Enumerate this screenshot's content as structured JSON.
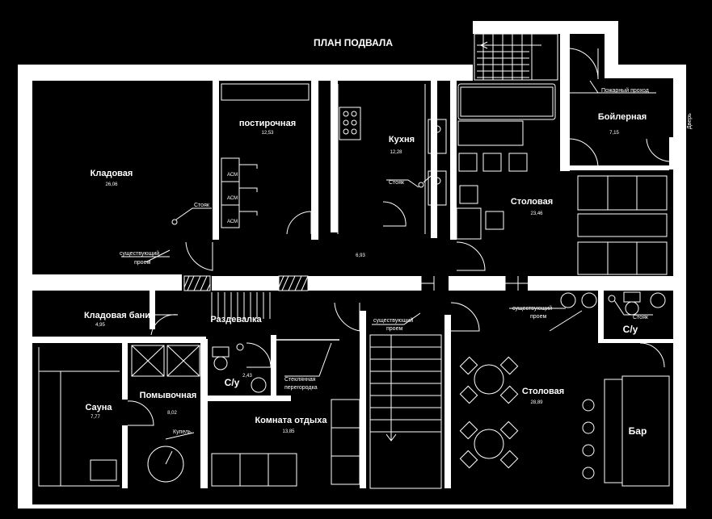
{
  "plan": {
    "title": "ПЛАН ПОДВАЛА",
    "rooms": {
      "storage": {
        "name": "Кладовая",
        "area": "26,06"
      },
      "laundry": {
        "name": "постирочная",
        "area": "12,53"
      },
      "kitchen": {
        "name": "Кухня",
        "area": "12,28"
      },
      "dining_top": {
        "name": "Столовая",
        "area": "23,46"
      },
      "boiler": {
        "name": "Бойлерная",
        "area": "7,15"
      },
      "corridor": {
        "area": "6,93"
      },
      "bath_storage": {
        "name": "Кладовая бани",
        "area": "4,95"
      },
      "changing": {
        "name": "Раздевалка"
      },
      "wc_left": {
        "name": "С/у",
        "area": "2,43"
      },
      "wc_right": {
        "name": "С/у"
      },
      "sauna": {
        "name": "Сауна",
        "area": "7,77"
      },
      "washroom": {
        "name": "Помывочная",
        "area": "8,02"
      },
      "lounge": {
        "name": "Комната отдыха",
        "area": "13,85"
      },
      "dining_bottom": {
        "name": "Столовая",
        "area": "28,89"
      },
      "bar": {
        "name": "Бар"
      }
    },
    "notes": {
      "fire_exit": "Пожарный проход",
      "door_right": "Дверь",
      "riser": "Стояк",
      "existing": "существующий",
      "opening": "проем",
      "glass_partition_1": "Стеклянная",
      "glass_partition_2": "перегородка",
      "font_tub": "Купель",
      "machine": "АСМ"
    }
  }
}
